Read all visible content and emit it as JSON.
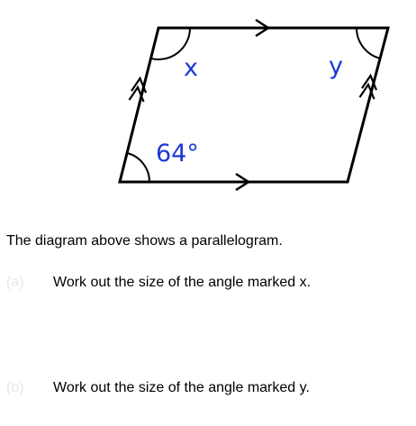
{
  "diagram": {
    "label_x": "x",
    "label_y": "y",
    "label_angle": "64°",
    "colors": {
      "shape": "#000000",
      "labels": "#1a3ad6"
    }
  },
  "intro": "The diagram above shows a parallelogram.",
  "parts": [
    {
      "letter": "(a)",
      "text": "Work out the size of the angle marked x."
    },
    {
      "letter": "(b)",
      "text": "Work out the size of the angle marked y."
    }
  ]
}
